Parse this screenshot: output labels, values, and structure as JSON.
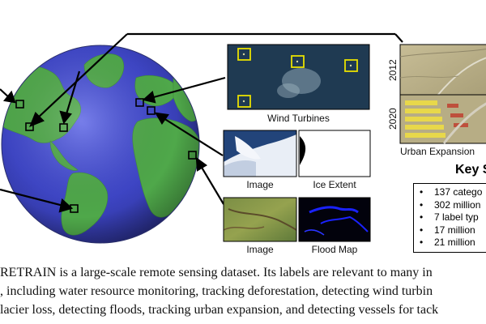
{
  "figure": {
    "wind_caption": "Wind Turbines",
    "ice_image_caption": "Image",
    "ice_extent_caption": "Ice Extent",
    "flood_image_caption": "Image",
    "flood_map_caption": "Flood Map",
    "urban_caption": "Urban Expansion",
    "years": [
      "2012",
      "2020"
    ],
    "key_title": "Key S",
    "key_items": [
      "137 catego",
      "302 million",
      "7 label typ",
      "17 million",
      "21 million"
    ]
  },
  "paragraph": {
    "lines": [
      "RETRAIN is a large-scale remote sensing dataset.  Its labels are relevant to many in",
      ", including water resource monitoring, tracking deforestation, detecting wind turbin",
      "lacier loss, detecting floods, tracking urban expansion, and detecting vessels for tack"
    ]
  },
  "colors": {
    "ocean": "#3e46c8",
    "land": "#4fa84a",
    "marker": "#e8e000",
    "flood_water": "#1a22ff"
  }
}
